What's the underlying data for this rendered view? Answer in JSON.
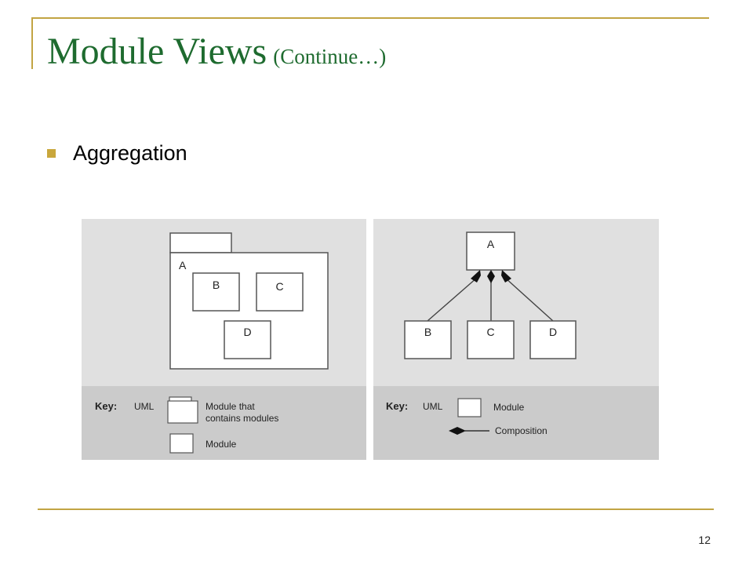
{
  "slide": {
    "title": "Module Views",
    "title_suffix": "(Continue…)",
    "bullet": "Aggregation",
    "page_number": "12",
    "accent_color": "#c2a443",
    "title_color": "#1e6b2f"
  },
  "left_diagram": {
    "container_label": "A",
    "inner_modules": [
      "B",
      "C",
      "D"
    ],
    "key_label": "Key:",
    "key_notation": "UML",
    "legend": [
      "Module that",
      "contains modules",
      "Module"
    ]
  },
  "right_diagram": {
    "parent_label": "A",
    "children": [
      "B",
      "C",
      "D"
    ],
    "key_label": "Key:",
    "key_notation": "UML",
    "legend": [
      "Module",
      "Composition"
    ]
  }
}
